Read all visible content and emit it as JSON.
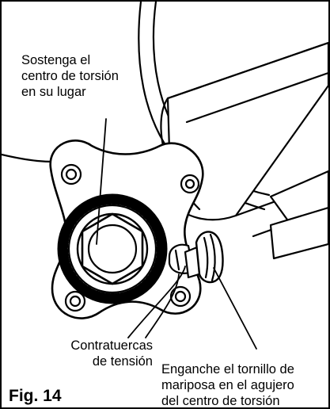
{
  "figure": {
    "label": "Fig. 14"
  },
  "callouts": {
    "hold_center": [
      "Sostenga el",
      "centro de torsión",
      "en su lugar"
    ],
    "tension_nuts": [
      "Contratuercas",
      "de tensión"
    ],
    "wing_bolt": [
      "Enganche el tornillo de",
      "mariposa en el agujero",
      "del centro de torsión"
    ]
  },
  "colors": {
    "line": "#000000",
    "background": "#ffffff",
    "border": "#000000"
  }
}
